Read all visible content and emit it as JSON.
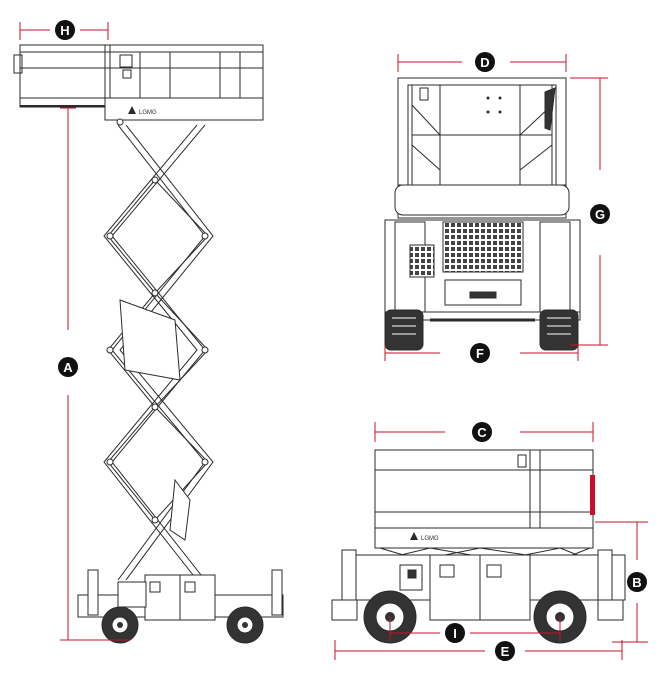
{
  "dimension_labels": {
    "platform_height": "A",
    "stowed_height": "B",
    "platform_length": "C",
    "platform_width": "D",
    "overall_length": "E",
    "overall_width": "F",
    "guardrail_height": "G",
    "platform_extension": "H",
    "wheelbase": "I"
  },
  "brand_text": "LGMG",
  "colors": {
    "line": "#2b2b2b",
    "dimension": "#c8102e",
    "badge": "#111111",
    "badge_text": "#ffffff"
  }
}
